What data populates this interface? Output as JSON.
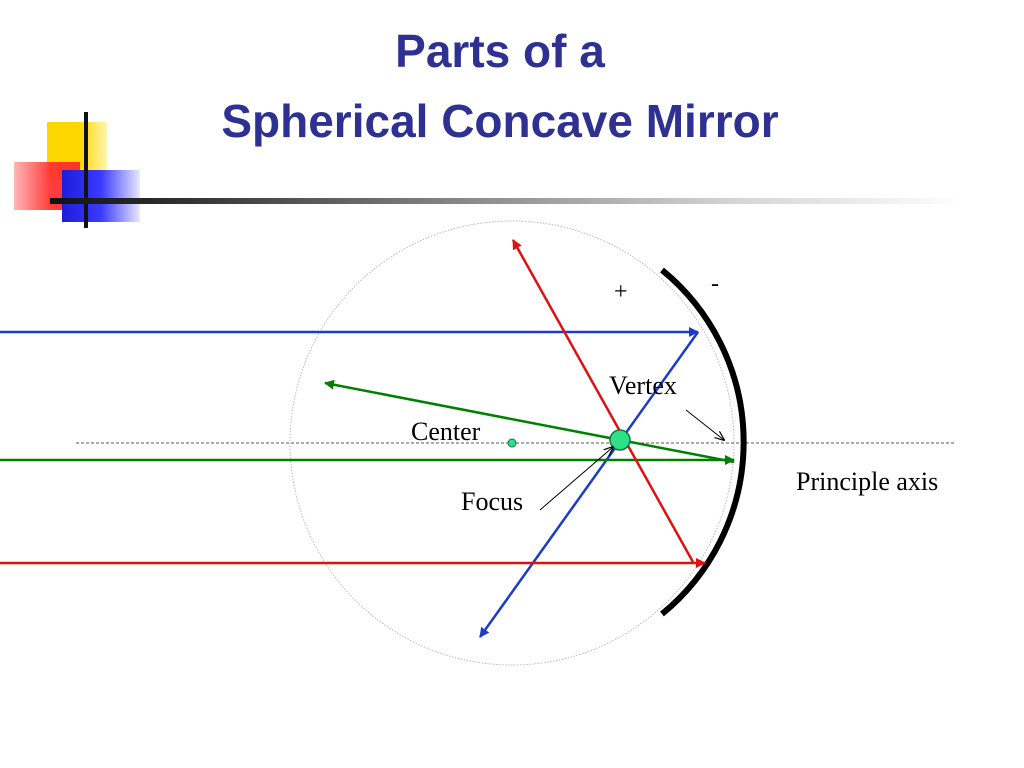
{
  "slide": {
    "title_line_1": "Parts of a",
    "title_line_2": "Spherical Concave Mirror"
  },
  "diagram": {
    "labels": {
      "plus": "+",
      "minus": "-",
      "vertex": "Vertex",
      "center": "Center",
      "focus": "Focus",
      "principle_axis": "Principle axis"
    },
    "colors": {
      "title": "#2e3192",
      "blue_ray": "#1c3cc8",
      "green_ray": "#008000",
      "red_ray": "#e01010",
      "focus_point": "#2ee08a",
      "mirror": "#000000",
      "circle": "#bbbbbb"
    }
  }
}
